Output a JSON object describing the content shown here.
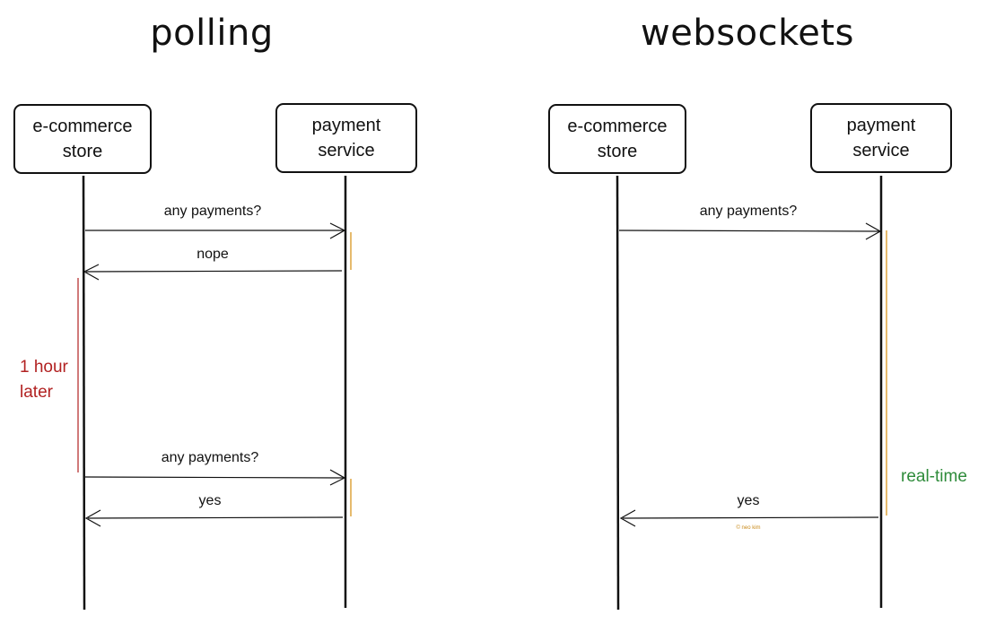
{
  "polling": {
    "title": "polling",
    "left_actor": {
      "line1": "e-commerce",
      "line2": "store"
    },
    "right_actor": {
      "line1": "payment",
      "line2": "service"
    },
    "messages": [
      {
        "text": "any payments?"
      },
      {
        "text": "nope"
      },
      {
        "text": "any payments?"
      },
      {
        "text": "yes"
      }
    ],
    "wait_note": {
      "line1": "1 hour",
      "line2": "later"
    }
  },
  "websockets": {
    "title": "websockets",
    "left_actor": {
      "line1": "e-commerce",
      "line2": "store"
    },
    "right_actor": {
      "line1": "payment",
      "line2": "service"
    },
    "messages": [
      {
        "text": "any payments?"
      },
      {
        "text": "yes"
      }
    ],
    "realtime_note": "real-time",
    "credit": "© neo kim"
  },
  "colors": {
    "line": "#111111",
    "activation": "#d9961f",
    "wait": "#b22222",
    "realtime": "#2e8b3a"
  }
}
